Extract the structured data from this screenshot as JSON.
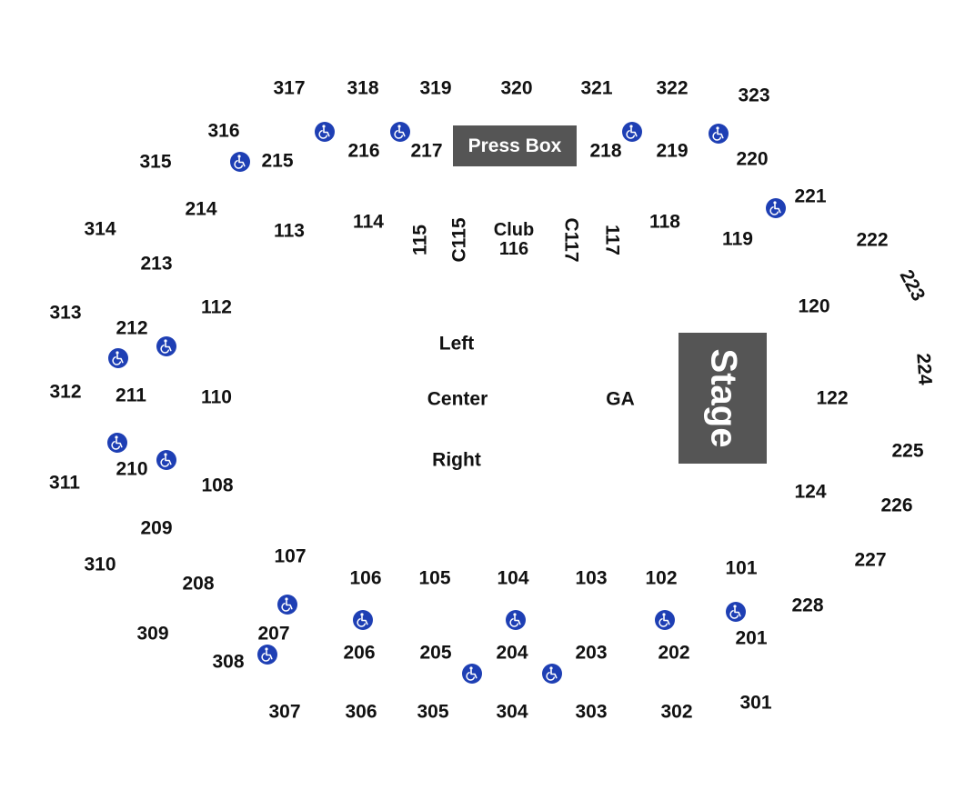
{
  "press_box": "Press Box",
  "stage": "Stage",
  "floor": {
    "left": "Left",
    "center": "Center",
    "right": "Right",
    "ga": "GA"
  },
  "club_116": {
    "line1": "Club",
    "line2": "116"
  },
  "sections_upper": [
    "317",
    "318",
    "319",
    "320",
    "321",
    "322",
    "323",
    "316",
    "315",
    "314",
    "313",
    "312",
    "311",
    "310",
    "309",
    "308",
    "307",
    "306",
    "305",
    "304",
    "303",
    "302",
    "301",
    "228",
    "227",
    "226",
    "225",
    "224",
    "223",
    "222",
    "221",
    "220"
  ],
  "sections_mid": [
    "215",
    "216",
    "217",
    "218",
    "219",
    "214",
    "213",
    "212",
    "211",
    "210",
    "209",
    "208",
    "207",
    "206",
    "205",
    "204",
    "203",
    "202",
    "201"
  ],
  "sections_lower": [
    "113",
    "114",
    "115",
    "C115",
    "C117",
    "117",
    "118",
    "119",
    "120",
    "122",
    "124",
    "112",
    "110",
    "108",
    "107",
    "106",
    "105",
    "104",
    "103",
    "102",
    "101"
  ],
  "accessibility_icon": "wheelchair-icon",
  "colors": {
    "press_box_bg": "#555555",
    "stage_bg": "#555555",
    "accessible_blue": "#1e3fb4",
    "label_text": "#111111"
  }
}
